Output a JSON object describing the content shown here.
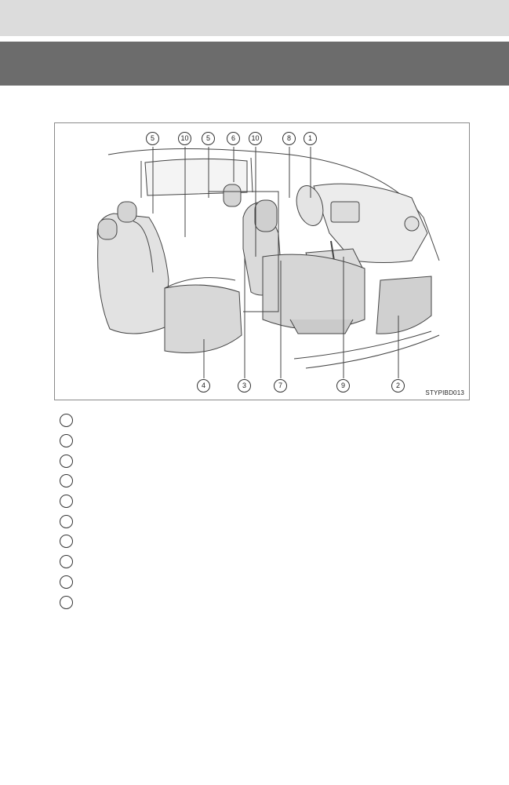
{
  "figure": {
    "code": "STYPIBD013",
    "callouts_top": [
      {
        "label": "5"
      },
      {
        "label": "10"
      },
      {
        "label": "5"
      },
      {
        "label": "6"
      },
      {
        "label": "10"
      },
      {
        "label": "8"
      },
      {
        "label": "1"
      }
    ],
    "callouts_bottom": [
      {
        "label": "4"
      },
      {
        "label": "3"
      },
      {
        "label": "7"
      },
      {
        "label": "9"
      },
      {
        "label": "2"
      }
    ]
  },
  "legend": {
    "items": [
      {
        "label": "",
        "text": ""
      },
      {
        "label": "",
        "text": ""
      },
      {
        "label": "",
        "text": ""
      },
      {
        "label": "",
        "text": ""
      },
      {
        "label": "",
        "text": ""
      },
      {
        "label": "",
        "text": ""
      },
      {
        "label": "",
        "text": ""
      },
      {
        "label": "",
        "text": ""
      },
      {
        "label": "",
        "text": ""
      },
      {
        "label": "",
        "text": ""
      }
    ]
  }
}
